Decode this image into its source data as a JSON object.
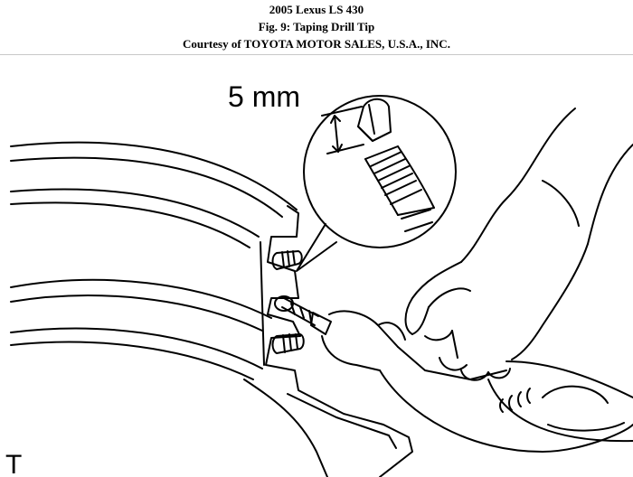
{
  "header": {
    "line1": "2005 Lexus LS 430",
    "line2": "Fig. 9: Taping Drill Tip",
    "line3": "Courtesy of TOYOTA MOTOR SALES, U.S.A., INC."
  },
  "figure": {
    "dimension_label": "5 mm",
    "corner_mark": "T"
  },
  "colors": {
    "line": "#000000",
    "background": "#ffffff",
    "rule": "#c8c8c8"
  }
}
